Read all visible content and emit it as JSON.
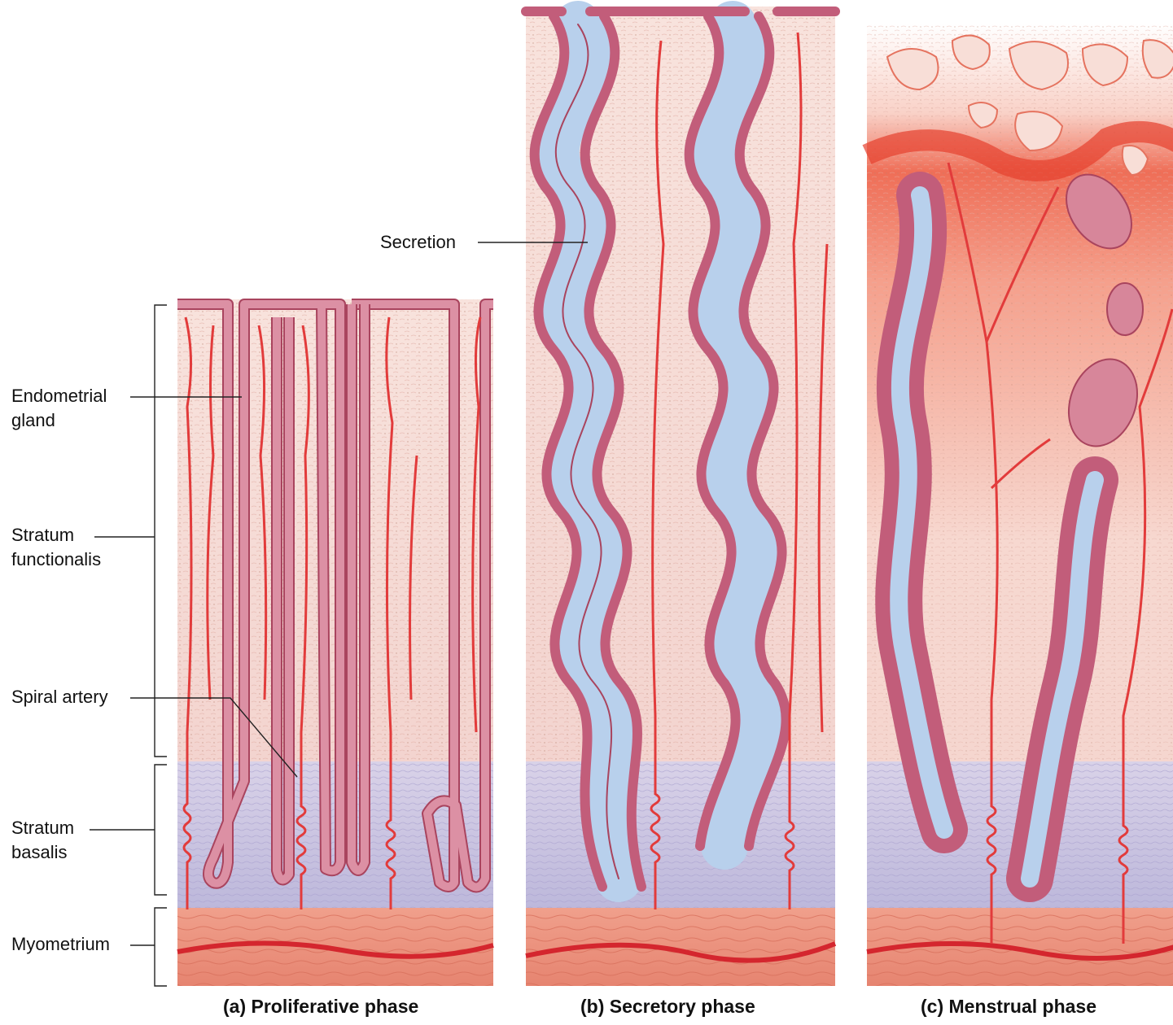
{
  "labels": {
    "endometrial_gland": [
      "Endometrial",
      "gland"
    ],
    "stratum_functionalis": [
      "Stratum",
      "functionalis"
    ],
    "spiral_artery": "Spiral artery",
    "stratum_basalis": [
      "Stratum",
      "basalis"
    ],
    "myometrium": "Myometrium",
    "secretion": "Secretion"
  },
  "captions": {
    "a": "(a) Proliferative phase",
    "b": "(b) Secretory phase",
    "c": "(c) Menstrual phase"
  },
  "colors": {
    "functionalis": "#f6dcd6",
    "basalis": "#c8c4e0",
    "myometrium": "#e88d78",
    "gland_wall": "#d7869a",
    "gland_outline": "#a9445e",
    "artery": "#e23b3b",
    "secretion": "#a9c6e8",
    "menstrual_blood": "#e8553f"
  }
}
